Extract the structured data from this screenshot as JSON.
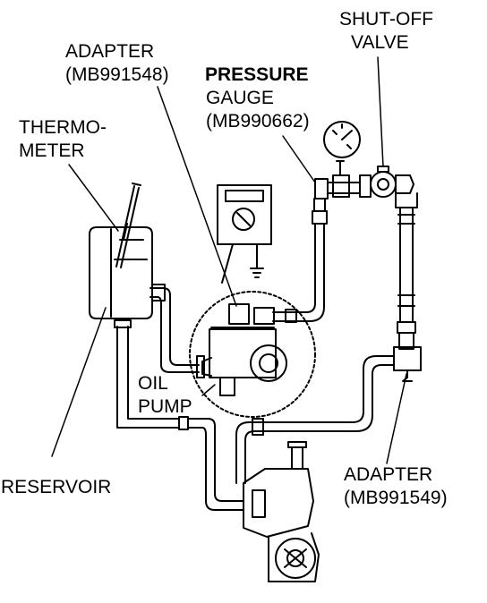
{
  "labels": {
    "shutoff_line1": "SHUT-OFF",
    "shutoff_line2": "VALVE",
    "adapter_top_line1": "ADAPTER",
    "adapter_top_line2": "(MB991548)",
    "pressure_line1": "PRESSURE",
    "pressure_line2": "GAUGE",
    "pressure_line3": "(MB990662)",
    "thermo_line1": "THERMO-",
    "thermo_line2": "METER",
    "oilpump_line1": "OIL",
    "oilpump_line2": "PUMP",
    "reservoir": "RESERVOIR",
    "adapter_bottom_line1": "ADAPTER",
    "adapter_bottom_line2": "(MB991549)"
  },
  "colors": {
    "ink": "#000000",
    "paper": "#ffffff"
  }
}
